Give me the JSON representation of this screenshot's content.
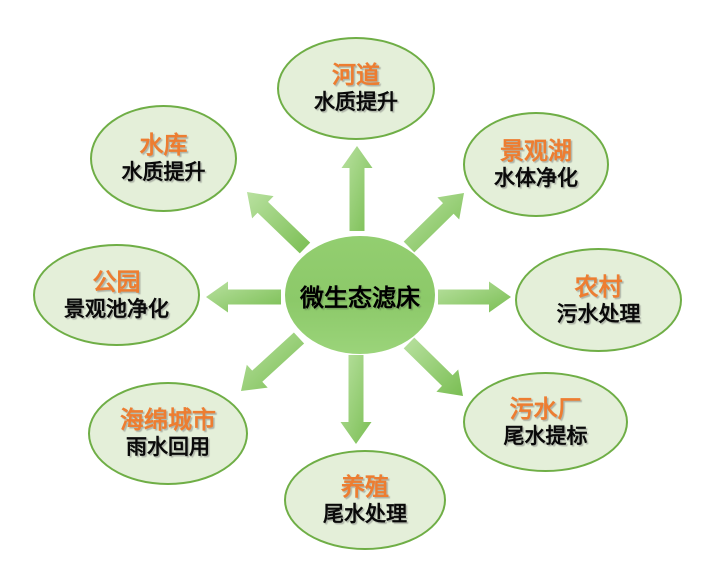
{
  "diagram": {
    "center": {
      "label": "微生态滤床"
    },
    "satellites": [
      {
        "id": "river",
        "position": "top",
        "title": "河道",
        "subtitle": "水质提升"
      },
      {
        "id": "lake",
        "position": "top-right",
        "title": "景观湖",
        "subtitle": "水体净化"
      },
      {
        "id": "rural",
        "position": "right",
        "title": "农村",
        "subtitle": "污水处理"
      },
      {
        "id": "plant",
        "position": "bottom-right",
        "title": "污水厂",
        "subtitle": "尾水提标"
      },
      {
        "id": "breed",
        "position": "bottom",
        "title": "养殖",
        "subtitle": "尾水处理"
      },
      {
        "id": "sponge",
        "position": "bottom-left",
        "title": "海绵城市",
        "subtitle": "雨水回用"
      },
      {
        "id": "park",
        "position": "left",
        "title": "公园",
        "subtitle": "景观池净化"
      },
      {
        "id": "reservoir",
        "position": "top-left",
        "title": "水库",
        "subtitle": "水质提升"
      }
    ],
    "colors": {
      "title_orange": "#ed7d31",
      "subtitle_black": "#0a0a0a",
      "satellite_fill": "#e4efd9",
      "satellite_border": "#6fae46",
      "center_fill": "#8cc969",
      "arrow_light": "#b9e1a0",
      "arrow_dark": "#7abe53"
    }
  }
}
